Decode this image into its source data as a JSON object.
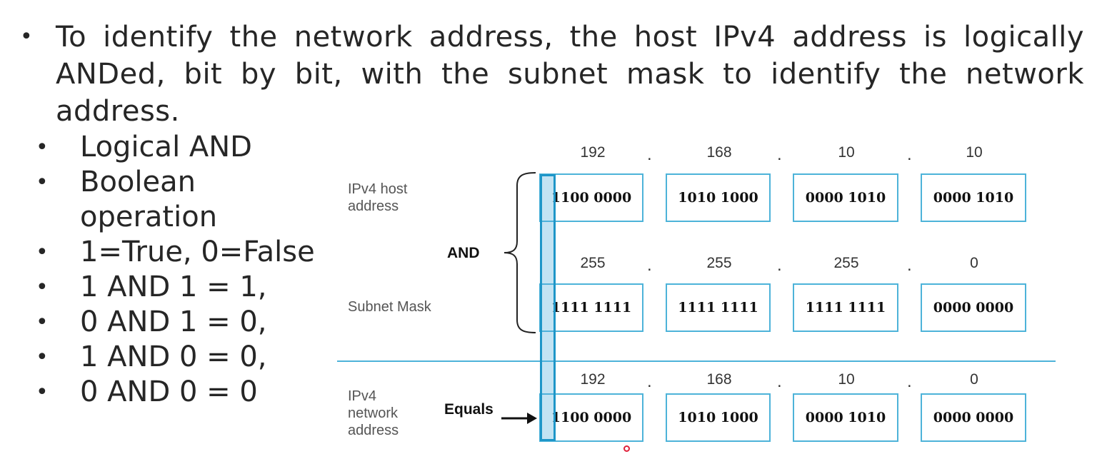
{
  "main_text": "To identify the network address, the host IPv4 address is logically ANDed, bit by bit, with the subnet mask to identify the network address.",
  "sub_bullets": [
    "Logical AND",
    "Boolean operation",
    "1=True, 0=False",
    "1 AND 1 = 1,",
    "0 AND 1 = 0,",
    "1 AND 0 = 0,",
    "0 AND 0 = 0"
  ],
  "diagram": {
    "rows": [
      {
        "label": "IPv4 host address",
        "decimal": [
          "192",
          "168",
          "10",
          "10"
        ],
        "binary": [
          "1100 0000",
          "1010 1000",
          "0000 1010",
          "0000 1010"
        ]
      },
      {
        "label": "Subnet Mask",
        "decimal": [
          "255",
          "255",
          "255",
          "0"
        ],
        "binary": [
          "1111 1111",
          "1111 1111",
          "1111 1111",
          "0000 0000"
        ]
      },
      {
        "label": "IPv4 network address",
        "decimal": [
          "192",
          "168",
          "10",
          "0"
        ],
        "binary": [
          "1100 0000",
          "1010 1000",
          "0000 1010",
          "0000 0000"
        ]
      }
    ],
    "separator": ".",
    "and_label": "AND",
    "equals_label": "Equals",
    "accent_color": "#4db3d9"
  }
}
